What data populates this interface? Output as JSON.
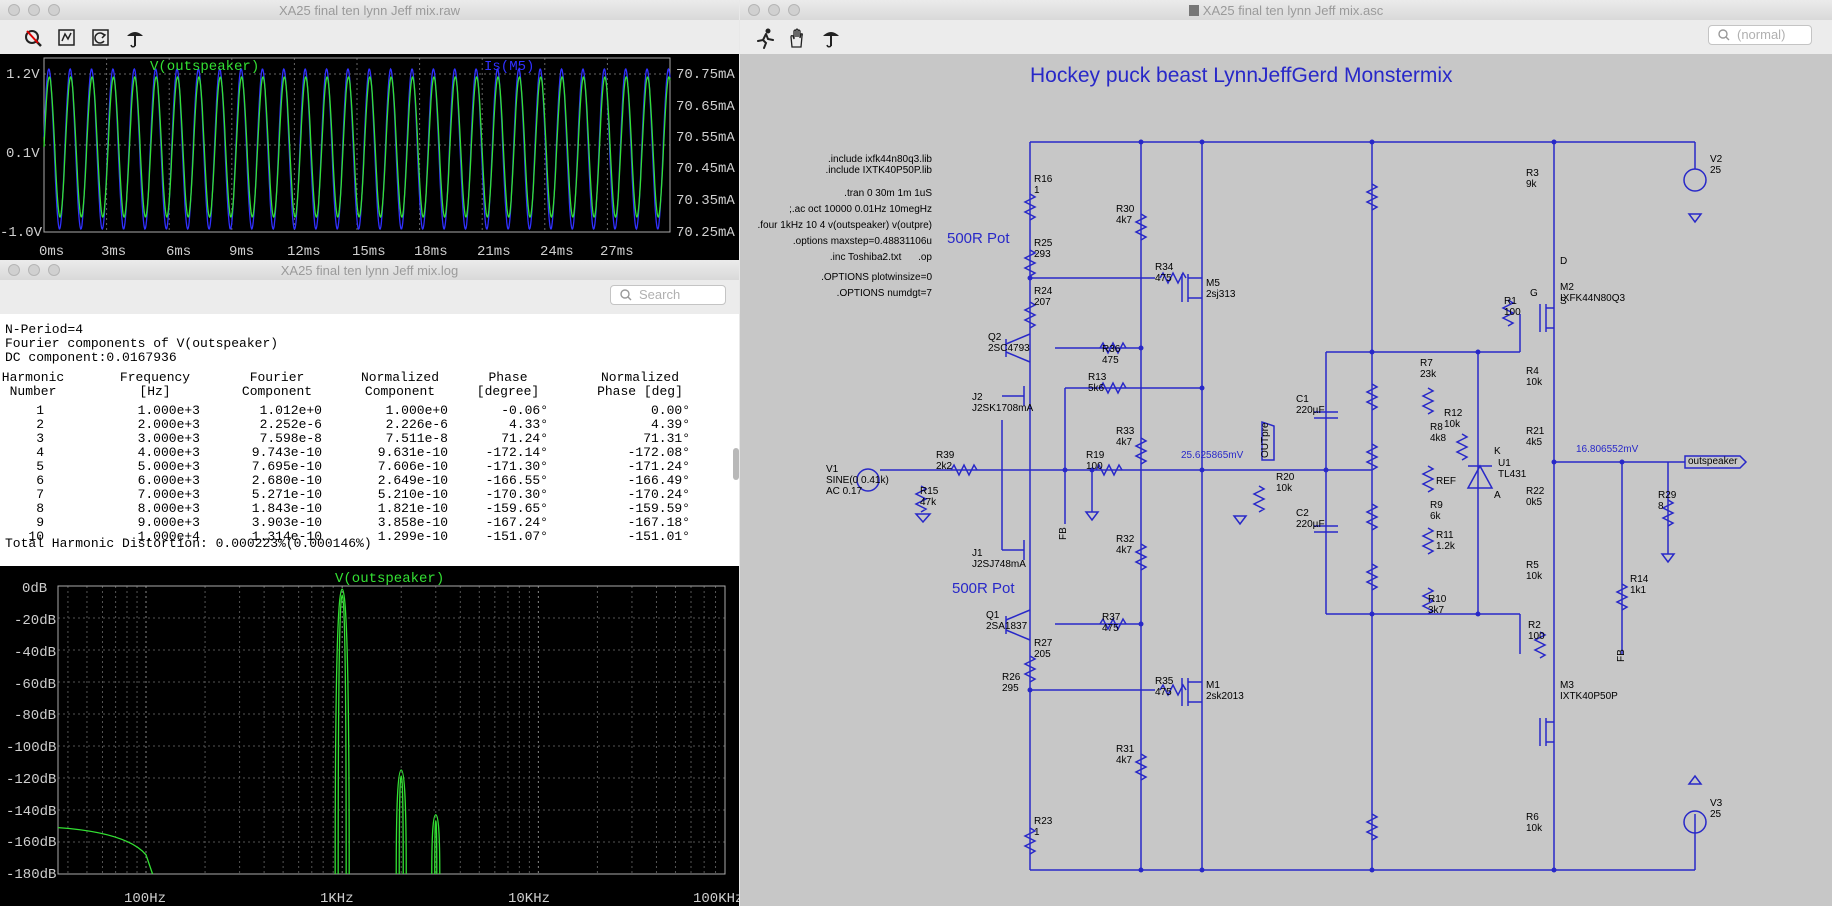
{
  "colors": {
    "trace_green": "#33e033",
    "trace_blue": "#3030ff",
    "wire_blue": "#2828c8",
    "plot_bg": "#000000",
    "schematic_bg": "#c7c7c7"
  },
  "raw_window": {
    "title": "XA25 final ten lynn Jeff mix.raw",
    "toolbar_icons": [
      "zoom-cancel-icon",
      "zoom-full-icon",
      "undo-zoom-icon",
      "probe-icon"
    ],
    "trace_labels": {
      "left": "V(outspeaker)",
      "right": "Is(M5)"
    },
    "y_left_ticks": [
      "1.2V",
      "0.1V",
      "-1.0V"
    ],
    "y_right_ticks": [
      "70.75mA",
      "70.65mA",
      "70.55mA",
      "70.45mA",
      "70.35mA",
      "70.25mA"
    ],
    "x_ticks": [
      "0ms",
      "3ms",
      "6ms",
      "9ms",
      "12ms",
      "15ms",
      "18ms",
      "21ms",
      "24ms",
      "27ms"
    ]
  },
  "log_window": {
    "title": "XA25 final ten lynn Jeff mix.log",
    "search_placeholder": "Search",
    "lines": [
      "N-Period=4",
      "Fourier components of V(outspeaker)",
      "DC component:0.0167936"
    ],
    "headers": [
      "Harmonic\nNumber",
      "Frequency\n[Hz]",
      "Fourier\nComponent",
      "Normalized\nComponent",
      "Phase\n[degree]",
      "Normalized\nPhase [deg]"
    ],
    "rows": [
      [
        "1",
        "1.000e+3",
        "1.012e+0",
        "1.000e+0",
        "-0.06°",
        "0.00°"
      ],
      [
        "2",
        "2.000e+3",
        "2.252e-6",
        "2.226e-6",
        "4.33°",
        "4.39°"
      ],
      [
        "3",
        "3.000e+3",
        "7.598e-8",
        "7.511e-8",
        "71.24°",
        "71.31°"
      ],
      [
        "4",
        "4.000e+3",
        "9.743e-10",
        "9.631e-10",
        "-172.14°",
        "-172.08°"
      ],
      [
        "5",
        "5.000e+3",
        "7.695e-10",
        "7.606e-10",
        "-171.30°",
        "-171.24°"
      ],
      [
        "6",
        "6.000e+3",
        "2.680e-10",
        "2.649e-10",
        "-166.55°",
        "-166.49°"
      ],
      [
        "7",
        "7.000e+3",
        "5.271e-10",
        "5.210e-10",
        "-170.30°",
        "-170.24°"
      ],
      [
        "8",
        "8.000e+3",
        "1.843e-10",
        "1.821e-10",
        "-159.65°",
        "-159.59°"
      ],
      [
        "9",
        "9.000e+3",
        "3.903e-10",
        "3.858e-10",
        "-167.24°",
        "-167.18°"
      ],
      [
        "10",
        "1.000e+4",
        "1.314e-10",
        "1.299e-10",
        "-151.07°",
        "-151.01°"
      ]
    ],
    "thd": "Total Harmonic Distortion: 0.000223%(0.000146%)"
  },
  "fft_window": {
    "trace_label": "V(outspeaker)",
    "y_ticks": [
      "0dB",
      "-20dB",
      "-40dB",
      "-60dB",
      "-80dB",
      "-100dB",
      "-120dB",
      "-140dB",
      "-160dB",
      "-180dB"
    ],
    "x_ticks": [
      "100Hz",
      "1KHz",
      "10KHz",
      "100KHz"
    ]
  },
  "asc_window": {
    "title": "XA25 final ten lynn Jeff mix.asc",
    "toolbar_icons": [
      "run-icon",
      "halt-icon",
      "probe-icon"
    ],
    "search_placeholder": "(normal)",
    "schematic_title": "Hockey puck beast LynnJeffGerd Monstermix",
    "directives": [
      ".include ixfk44n80q3.lib",
      ".include IXTK40P50P.lib",
      ".tran 0 30m 1m 1uS",
      ";.ac oct 10000 0.01Hz 10megHz",
      ".four 1kHz 10 4 v(outspeaker) v(outpre)",
      ".options maxstep=0.48831106u",
      ".inc Toshiba2.txt      .op",
      ".OPTIONS plotwinsize=0",
      ".OPTIONS numdgt=7"
    ],
    "pot_labels": [
      "500R Pot",
      "500R Pot"
    ],
    "voltage_labels": [
      "25.625865mV",
      "16.806552mV"
    ],
    "net_labels": [
      "OUTpre",
      "outspeaker",
      "FB",
      "FB"
    ],
    "components": [
      {
        "ref": "R16",
        "val": "1"
      },
      {
        "ref": "R25",
        "val": "293"
      },
      {
        "ref": "R24",
        "val": "207"
      },
      {
        "ref": "Q2",
        "val": "2SC4793"
      },
      {
        "ref": "J2",
        "val": "J2SK1708mA"
      },
      {
        "ref": "R39",
        "val": "2k2"
      },
      {
        "ref": "R15",
        "val": "47k"
      },
      {
        "ref": "V1",
        "val": "SINE(0 0.41k)\nAC 0.17"
      },
      {
        "ref": "J1",
        "val": "J2SJ748mA"
      },
      {
        "ref": "Q1",
        "val": "2SA1837"
      },
      {
        "ref": "R27",
        "val": "205"
      },
      {
        "ref": "R26",
        "val": "295"
      },
      {
        "ref": "R23",
        "val": "1"
      },
      {
        "ref": "R30",
        "val": "4k7"
      },
      {
        "ref": "R34",
        "val": "475"
      },
      {
        "ref": "M5",
        "val": "2sj313"
      },
      {
        "ref": "R36",
        "val": "475"
      },
      {
        "ref": "R13",
        "val": "5k6"
      },
      {
        "ref": "R33",
        "val": "4k7"
      },
      {
        "ref": "R19",
        "val": "100"
      },
      {
        "ref": "R32",
        "val": "4k7"
      },
      {
        "ref": "R37",
        "val": "475"
      },
      {
        "ref": "R35",
        "val": "475"
      },
      {
        "ref": "M1",
        "val": "2sk2013"
      },
      {
        "ref": "R31",
        "val": "4k7"
      },
      {
        "ref": "R20",
        "val": "10k"
      },
      {
        "ref": "R3",
        "val": "9k"
      },
      {
        "ref": "R4",
        "val": "10k"
      },
      {
        "ref": "C1",
        "val": "220µF"
      },
      {
        "ref": "R21",
        "val": "4k5"
      },
      {
        "ref": "R22",
        "val": "0k5"
      },
      {
        "ref": "C2",
        "val": "220µF"
      },
      {
        "ref": "R5",
        "val": "10k"
      },
      {
        "ref": "R6",
        "val": "10k"
      },
      {
        "ref": "R7",
        "val": "23k"
      },
      {
        "ref": "R8",
        "val": "4k8"
      },
      {
        "ref": "R12",
        "val": "10k"
      },
      {
        "ref": "R9",
        "val": "6k"
      },
      {
        "ref": "R11",
        "val": "1.2k"
      },
      {
        "ref": "R10",
        "val": "3k7"
      },
      {
        "ref": "U1",
        "val": "TL431"
      },
      {
        "ref": "R1",
        "val": "100"
      },
      {
        "ref": "M2",
        "val": "IXFK44N80Q3"
      },
      {
        "ref": "R2",
        "val": "100"
      },
      {
        "ref": "M3",
        "val": "IXTK40P50P"
      },
      {
        "ref": "R29",
        "val": "8"
      },
      {
        "ref": "R14",
        "val": "1k1"
      },
      {
        "ref": "V2",
        "val": "25"
      },
      {
        "ref": "V3",
        "val": "25"
      }
    ],
    "u1_pins": [
      "K",
      "REF",
      "A"
    ],
    "m2_pins": [
      "D",
      "G",
      "S"
    ]
  }
}
